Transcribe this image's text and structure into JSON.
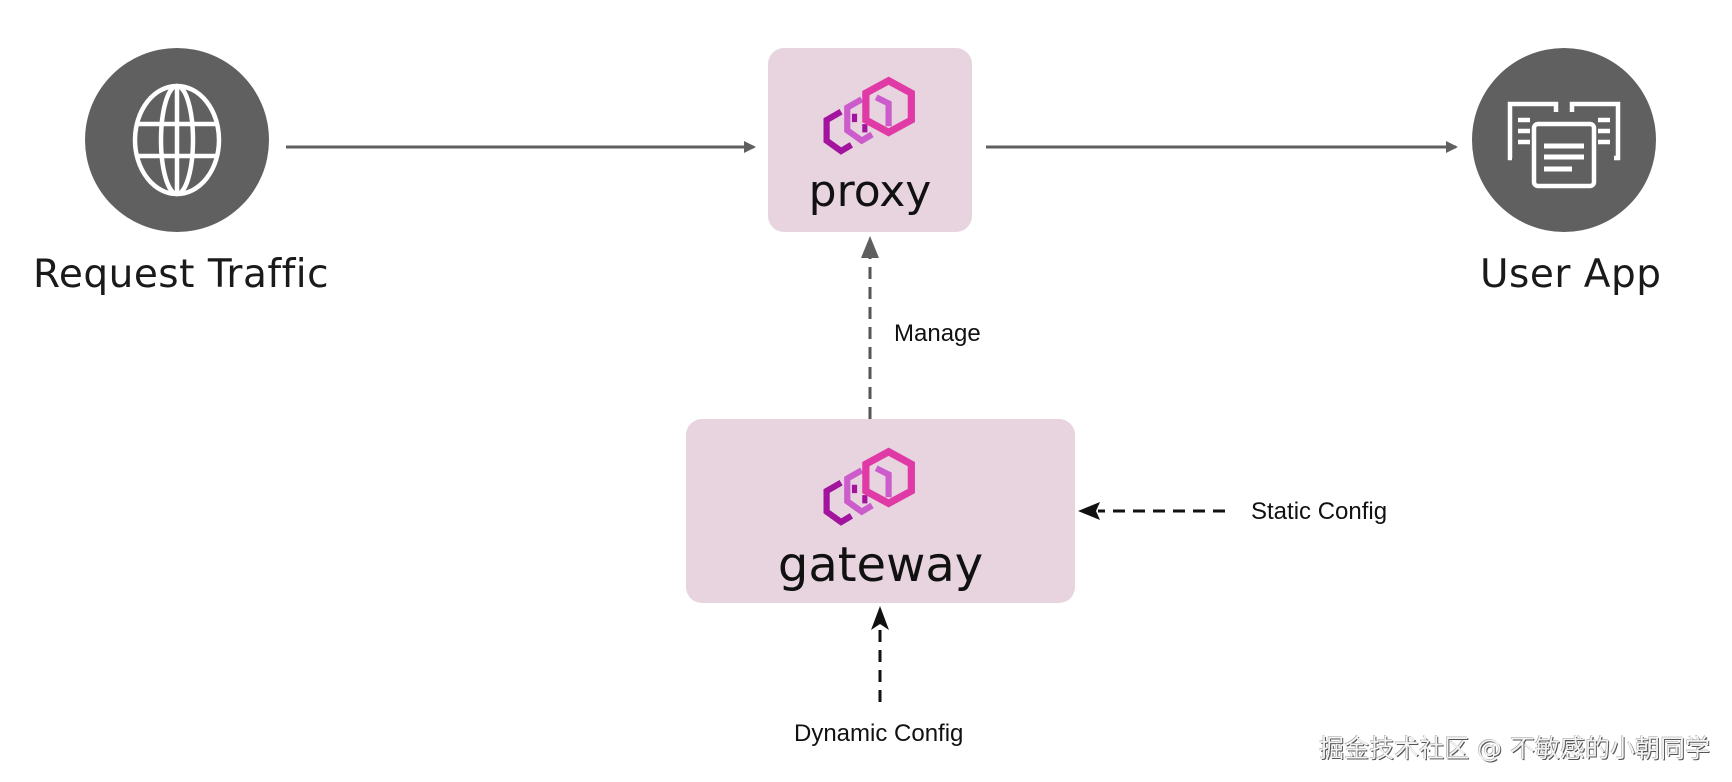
{
  "diagram": {
    "nodes": {
      "request_traffic": {
        "label": "Request Traffic",
        "icon": "globe-icon"
      },
      "proxy": {
        "label": "proxy",
        "icon": "envoy-hexagon-logo-icon"
      },
      "user_app": {
        "label": "User App",
        "icon": "app-windows-icon"
      },
      "gateway": {
        "label": "gateway",
        "icon": "envoy-hexagon-logo-icon"
      }
    },
    "edges": [
      {
        "from": "request_traffic",
        "to": "proxy",
        "style": "solid",
        "label": ""
      },
      {
        "from": "proxy",
        "to": "user_app",
        "style": "solid",
        "label": ""
      },
      {
        "from": "gateway",
        "to": "proxy",
        "style": "dashed",
        "label": "Manage"
      },
      {
        "from": "static_config",
        "to": "gateway",
        "style": "dashed",
        "label": "Static Config"
      },
      {
        "from": "dynamic_config",
        "to": "gateway",
        "style": "dashed",
        "label": "Dynamic Config"
      }
    ],
    "colors": {
      "icon_circle": "#606060",
      "box_fill": "#e8d4df",
      "arrow_solid": "#5f5f5f",
      "arrow_dashed_gray": "#555555",
      "arrow_dashed_black": "#111111",
      "logo_dark": "#a2139e",
      "logo_mid": "#cc5bcc",
      "logo_bright": "#e03aa6"
    }
  },
  "watermark": "掘金技术社区 @ 不敏感的小朝同学"
}
